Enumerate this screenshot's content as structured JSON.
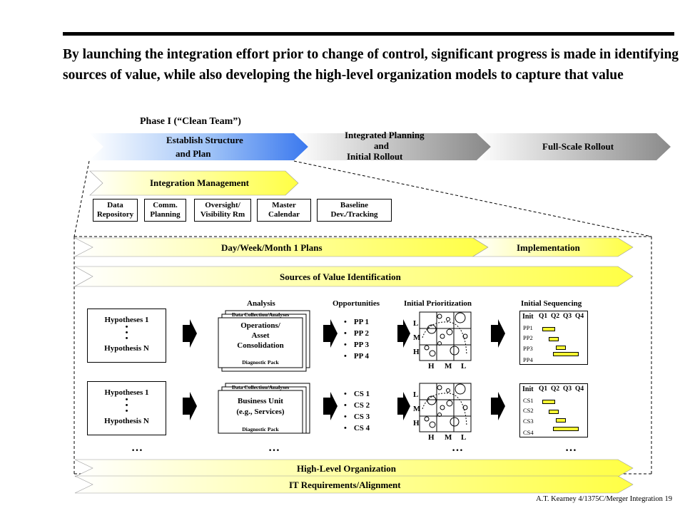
{
  "headline": "By launching the integration effort prior to change of control, significant progress is made in identifying sources of value, while also developing the high-level organization models to capture that value",
  "phase_label": "Phase I (“Clean Team”)",
  "phases": {
    "establish_line1": "Establish Structure",
    "establish_line2": "and Plan",
    "integrated_line1": "Integrated Planning",
    "integrated_line2": "and",
    "integrated_line3": "Initial Rollout",
    "fullscale": "Full-Scale Rollout"
  },
  "integration_management": {
    "title": "Integration Management",
    "items": [
      {
        "line1": "Data",
        "line2": "Repository"
      },
      {
        "line1": "Comm.",
        "line2": "Planning"
      },
      {
        "line1": "Oversight/",
        "line2": "Visibility Rm"
      },
      {
        "line1": "Master",
        "line2": "Calendar"
      },
      {
        "line1": "Baseline",
        "line2": "Dev./Tracking"
      }
    ]
  },
  "plans_bar": {
    "left": "Day/Week/Month 1 Plans",
    "right": "Implementation"
  },
  "sources_bar": "Sources of Value Identification",
  "column_headers": {
    "analysis": "Analysis",
    "opportunities": "Opportunities",
    "prioritization": "Initial  Prioritization",
    "sequencing": "Initial  Sequencing"
  },
  "rows": [
    {
      "hyp_top": "Hypotheses 1",
      "hyp_bottom": "Hypothesis N",
      "analysis_tab": "Data Collection/Analyses",
      "analysis_title_1": "Operations/",
      "analysis_title_2": "Asset",
      "analysis_title_3": "Consolidation",
      "analysis_pack": "Diagnostic Pack",
      "opportunities": [
        "PP 1",
        "PP 2",
        "PP 3",
        "PP 4"
      ],
      "gantt_head": "Init",
      "gantt_rows": [
        "PP1",
        "PP2",
        "PP3",
        "PP4"
      ]
    },
    {
      "hyp_top": "Hypotheses 1",
      "hyp_bottom": "Hypothesis N",
      "analysis_tab": "Data Collection/Analyses",
      "analysis_title_1": "Business Unit",
      "analysis_title_2": "(e.g., Services)",
      "analysis_title_3": "",
      "analysis_pack": "Diagnostic Pack",
      "opportunities": [
        "CS 1",
        "CS 2",
        "CS 3",
        "CS 4"
      ],
      "gantt_head": "Init",
      "gantt_rows": [
        "CS1",
        "CS2",
        "CS3",
        "CS4"
      ]
    }
  ],
  "quarters": [
    "Q1",
    "Q2",
    "Q3",
    "Q4"
  ],
  "matrix_axis": {
    "y": [
      "L",
      "M",
      "H"
    ],
    "x": [
      "H",
      "M",
      "L"
    ]
  },
  "ellipsis": "…",
  "high_level_org": "High-Level Organization",
  "it_requirements": "IT Requirements/Alignment",
  "footer": "A.T. Kearney  4/1375C/Merger Integration   19",
  "colors": {
    "yellow": "#ffff66",
    "blue": "#5a8ef0",
    "gray": "#909090"
  }
}
